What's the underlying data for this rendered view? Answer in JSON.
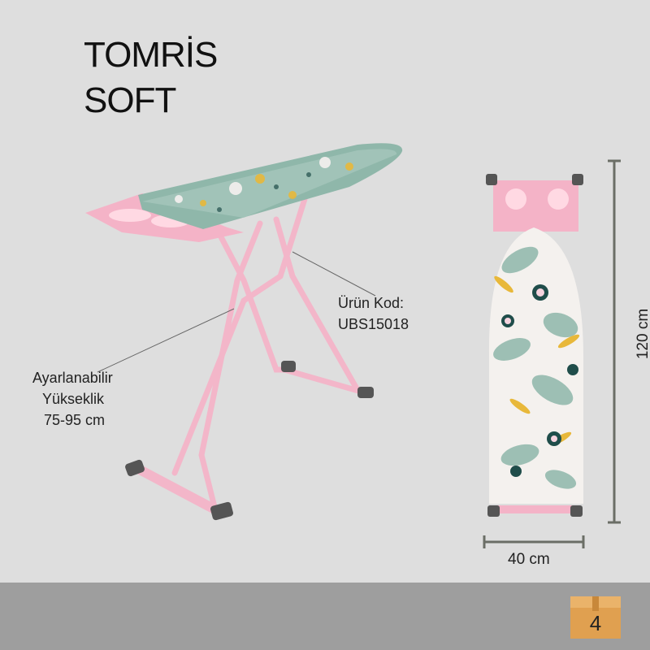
{
  "product": {
    "title_line1": "TOMRİS",
    "title_line2": "SOFT"
  },
  "callouts": {
    "code_line1": "Ürün Kod:",
    "code_line2": "UBS15018",
    "height_line1": "Ayarlanabilir",
    "height_line2": "Yükseklik",
    "height_line3": "75-95 cm"
  },
  "dimensions": {
    "width": "40 cm",
    "height": "120 cm"
  },
  "badge": {
    "number": "4",
    "icon": "box-icon"
  },
  "colors": {
    "background": "#dedede",
    "frame_pink": "#f2b6c8",
    "footer": "#9e9e9e",
    "box": "#e0a050"
  }
}
